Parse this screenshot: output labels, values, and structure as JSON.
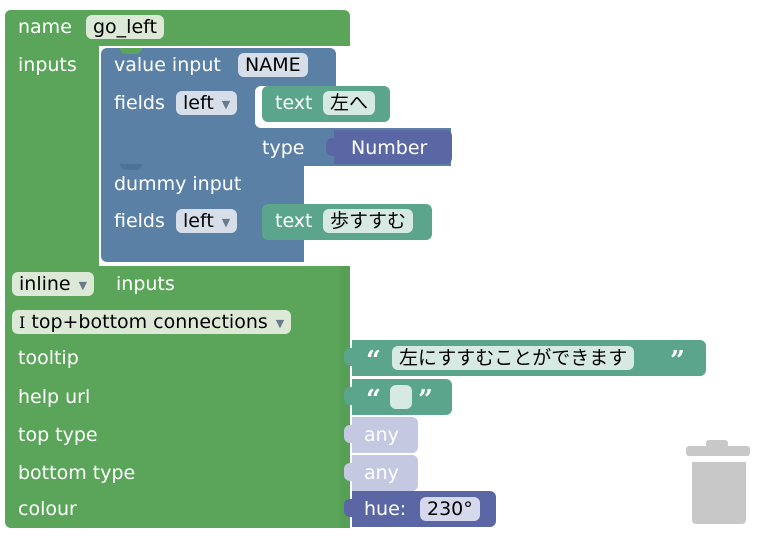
{
  "factory": {
    "name_label": "name",
    "name_value": "go_left",
    "inputs_label": "inputs",
    "inline_value": "inline",
    "inline_suffix": "inputs",
    "connections_prefix": "I",
    "connections_value": "top+bottom connections",
    "tooltip_label": "tooltip",
    "help_url_label": "help url",
    "top_type_label": "top type",
    "bottom_type_label": "bottom type",
    "colour_label": "colour"
  },
  "value_input": {
    "label": "value input",
    "name": "NAME",
    "fields_label": "fields",
    "align": "left",
    "text_label": "text",
    "text_value": "左へ",
    "type_label": "type",
    "type_value": "Number"
  },
  "dummy_input": {
    "label": "dummy input",
    "fields_label": "fields",
    "align": "left",
    "text_label": "text",
    "text_value": "歩すすむ"
  },
  "tooltip_text": {
    "open_quote": "“",
    "value": "左にすすむことができます",
    "close_quote": "”"
  },
  "help_url_text": {
    "open_quote": "“",
    "value": "",
    "close_quote": "”"
  },
  "top_type_value": "any",
  "bottom_type_value": "any",
  "colour_block": {
    "label": "hue:",
    "value": "230°"
  },
  "icons": {
    "trash": "trash-icon",
    "dropdown": "dropdown-arrow-icon"
  },
  "colors": {
    "factory": "#5ba55b",
    "input": "#5b80a5",
    "text": "#5ba58c",
    "type": "#5b67a5",
    "any": "#c5c8e1"
  }
}
